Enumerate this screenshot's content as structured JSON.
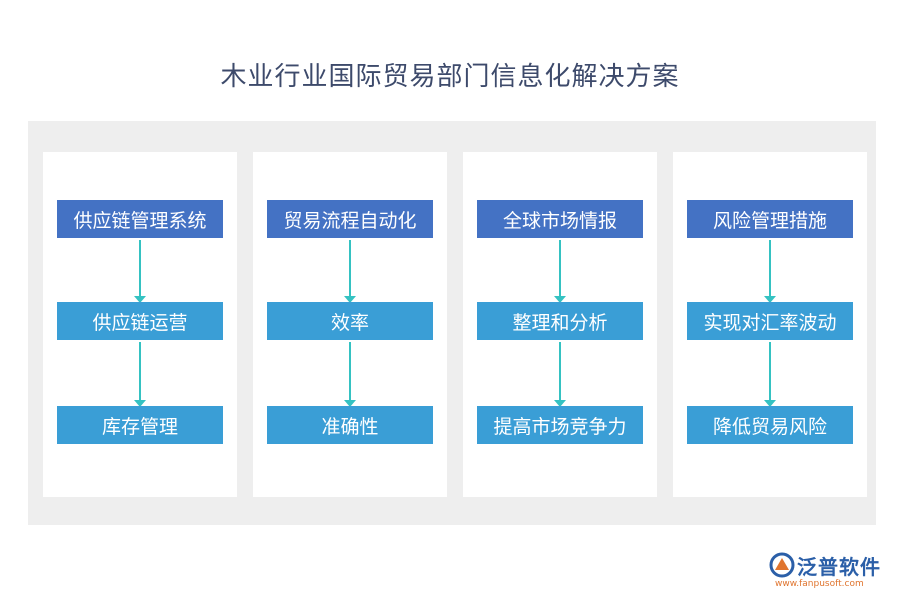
{
  "title": "木业行业国际贸易部门信息化解决方案",
  "columns": [
    {
      "top": "供应链管理系统",
      "mid": "供应链运营",
      "bot": "库存管理"
    },
    {
      "top": "贸易流程自动化",
      "mid": "效率",
      "bot": "准确性"
    },
    {
      "top": "全球市场情报",
      "mid": "整理和分析",
      "bot": "提高市场竞争力"
    },
    {
      "top": "风险管理措施",
      "mid": "实现对汇率波动",
      "bot": "降低贸易风险"
    }
  ],
  "logo": {
    "name": "泛普软件",
    "url": "www.fanpusoft.com"
  },
  "colors": {
    "top_box": "#4472c4",
    "sub_box": "#3a9ed6",
    "arrow": "#35c2c2",
    "title": "#3d4a6b"
  }
}
